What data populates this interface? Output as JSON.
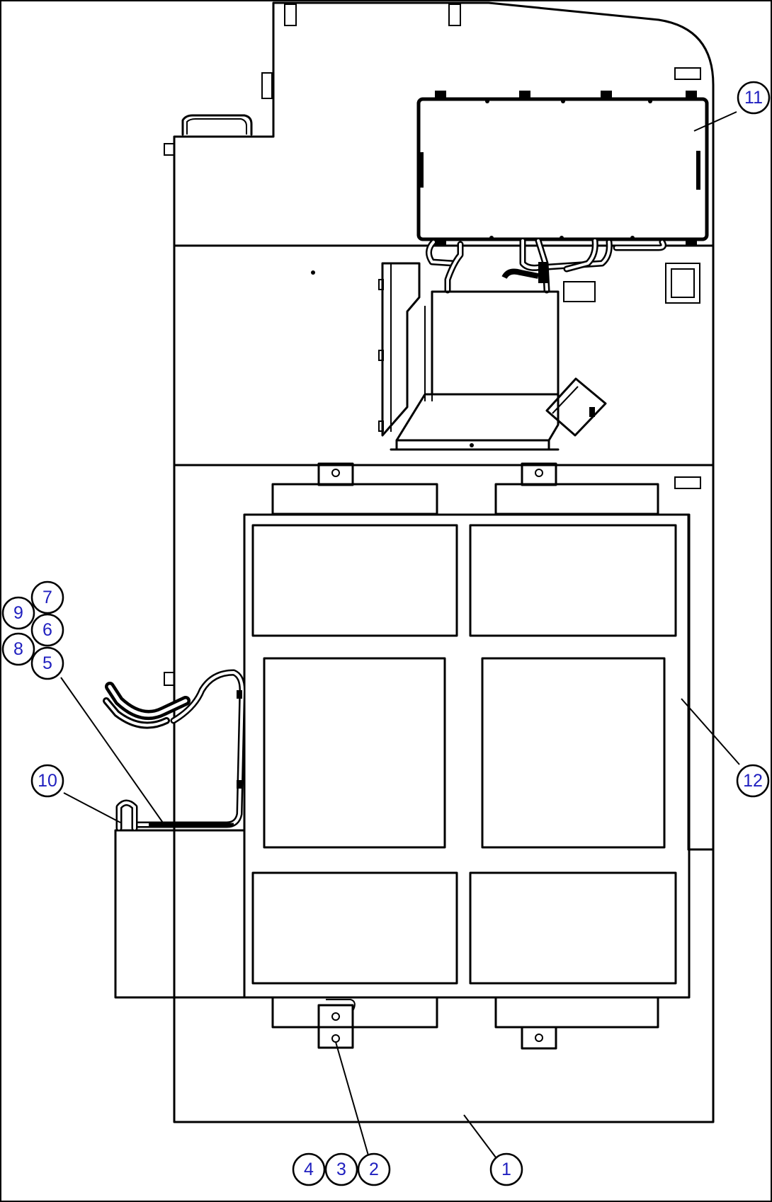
{
  "callouts": [
    "1",
    "2",
    "3",
    "4",
    "5",
    "6",
    "7",
    "8",
    "9",
    "10",
    "11",
    "12"
  ],
  "colors": {
    "callout_text": "#1f1fbf",
    "line": "#000000",
    "background": "#ffffff"
  }
}
